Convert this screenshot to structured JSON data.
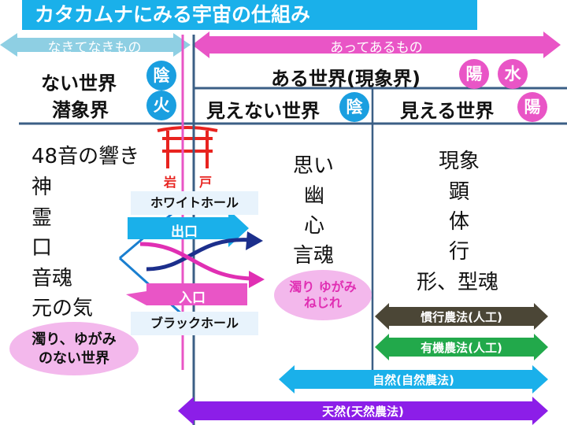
{
  "title": "カタカムナにみる宇宙の仕組み",
  "top_arrows": {
    "left": "なきてなきもの",
    "right": "あってあるもの"
  },
  "header": {
    "nai_sekai": "ない世界",
    "senshokai": "潜象界",
    "aru_sekai": "ある世界(現象界)",
    "mienai_sekai": "見えない世界",
    "mieru_sekai": "見える世界"
  },
  "badges": {
    "in1": "陰",
    "ka": "火",
    "you1": "陽",
    "sui": "水",
    "in2": "陰",
    "you2": "陽"
  },
  "left_column": [
    "48音の響き",
    "神",
    "霊",
    "口",
    "音魂",
    "元の気"
  ],
  "middle_column": [
    "思い",
    "幽",
    "心",
    "言魂"
  ],
  "right_column": [
    "現象",
    "顕",
    "体",
    "行",
    "形、型魂"
  ],
  "torii": {
    "iwa": "岩",
    "to": "戸"
  },
  "holes": {
    "white": "ホワイトホール",
    "black": "ブラックホール",
    "exit": "出口",
    "entrance": "入口"
  },
  "dirty_note": {
    "line1": "濁り ゆがみ",
    "line2": "ねじれ"
  },
  "clean_note": {
    "line1": "濁り、ゆがみ",
    "line2": "のない世界"
  },
  "bands": {
    "kanko": "慣行農法(人工)",
    "yuki": "有機農法(人工)",
    "shizen": "自然(自然農法)",
    "tennen": "天然(天然農法)"
  },
  "colors": {
    "accent_blue": "#1ab0ea",
    "light_blue": "#8ecfe3",
    "pink": "#e955c6",
    "magenta": "#e02fb3",
    "dark_olive": "#4b4636",
    "green": "#22a94b",
    "purple": "#8c1ee8",
    "navy": "#1c2f8c",
    "red": "#e8231f"
  }
}
